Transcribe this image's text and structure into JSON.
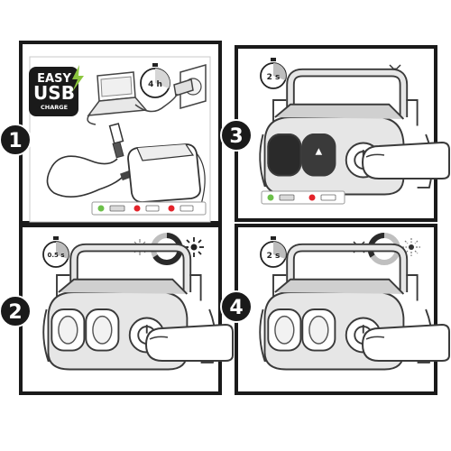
{
  "steps": [
    {
      "number": "1",
      "timer": "4 h"
    },
    {
      "number": "2",
      "timer": "0.5 s"
    },
    {
      "number": "3",
      "timer": "2 s"
    },
    {
      "number": "4",
      "timer": "2 s"
    }
  ],
  "usb_badge": {
    "line1": "EASY",
    "line2": "USB",
    "line3": "CHARGE"
  },
  "colors": {
    "panel_border": "#1a1a1a",
    "badge_fill": "#1a1a1a",
    "indicator_green": "#6cc04a",
    "indicator_red": "#e3232a",
    "lightning": "#8cc63f",
    "lamp_body": "#e6e6e6",
    "lamp_outline": "#3a3a3a",
    "ring_dark": "#2a2a2a",
    "ring_light": "#bfbfbf"
  },
  "icons": {
    "timer": "stopwatch-icon",
    "lightning": "lightning-bolt-icon",
    "laptop": "laptop-icon",
    "wall_socket": "wall-socket-icon",
    "usb_plug": "usb-plug-icon",
    "bulb_dim": "bulb-dim-icon",
    "bulb_bright": "bulb-bright-icon",
    "bulb_off": "bulb-off-icon",
    "brightness_ring": "brightness-ring-icon",
    "headlamp": "headlamp-icon",
    "finger": "finger-press-icon",
    "charge_indicator": "charge-indicator-strip"
  }
}
